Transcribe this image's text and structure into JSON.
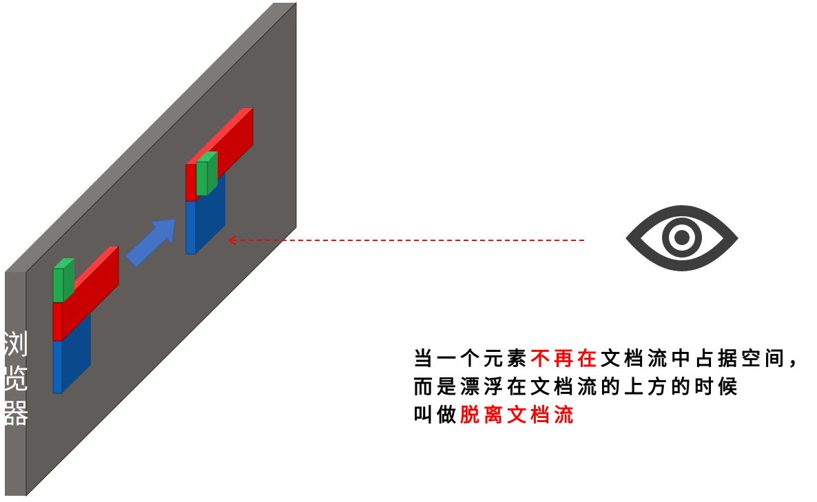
{
  "browser_label": "浏\n览\n器",
  "caption": {
    "line1": {
      "before": "当一个元素",
      "highlight": "不再在",
      "after": "文档流中占据空间，"
    },
    "line2": "而是漂浮在文档流的上方的时候",
    "line3": {
      "before": "叫做",
      "highlight": "脱离文档流"
    }
  },
  "icons": [
    "eye-icon",
    "arrow-icon"
  ],
  "colors": {
    "panel_face": "#5f5c5a",
    "panel_edge_top": "#7d7a77",
    "panel_edge_left": "#6f6c69",
    "block_red": "#d40000",
    "block_red_top": "#ff3b3b",
    "block_green": "#22a84f",
    "block_green_top": "#33c46a",
    "block_blue": "#1060b8",
    "block_blue_side": "#0a4a8c",
    "arrow": "#4472c4",
    "dashed_line": "#ff0000",
    "highlight_text": "#ff0000",
    "eye": "#3d3d3d"
  }
}
